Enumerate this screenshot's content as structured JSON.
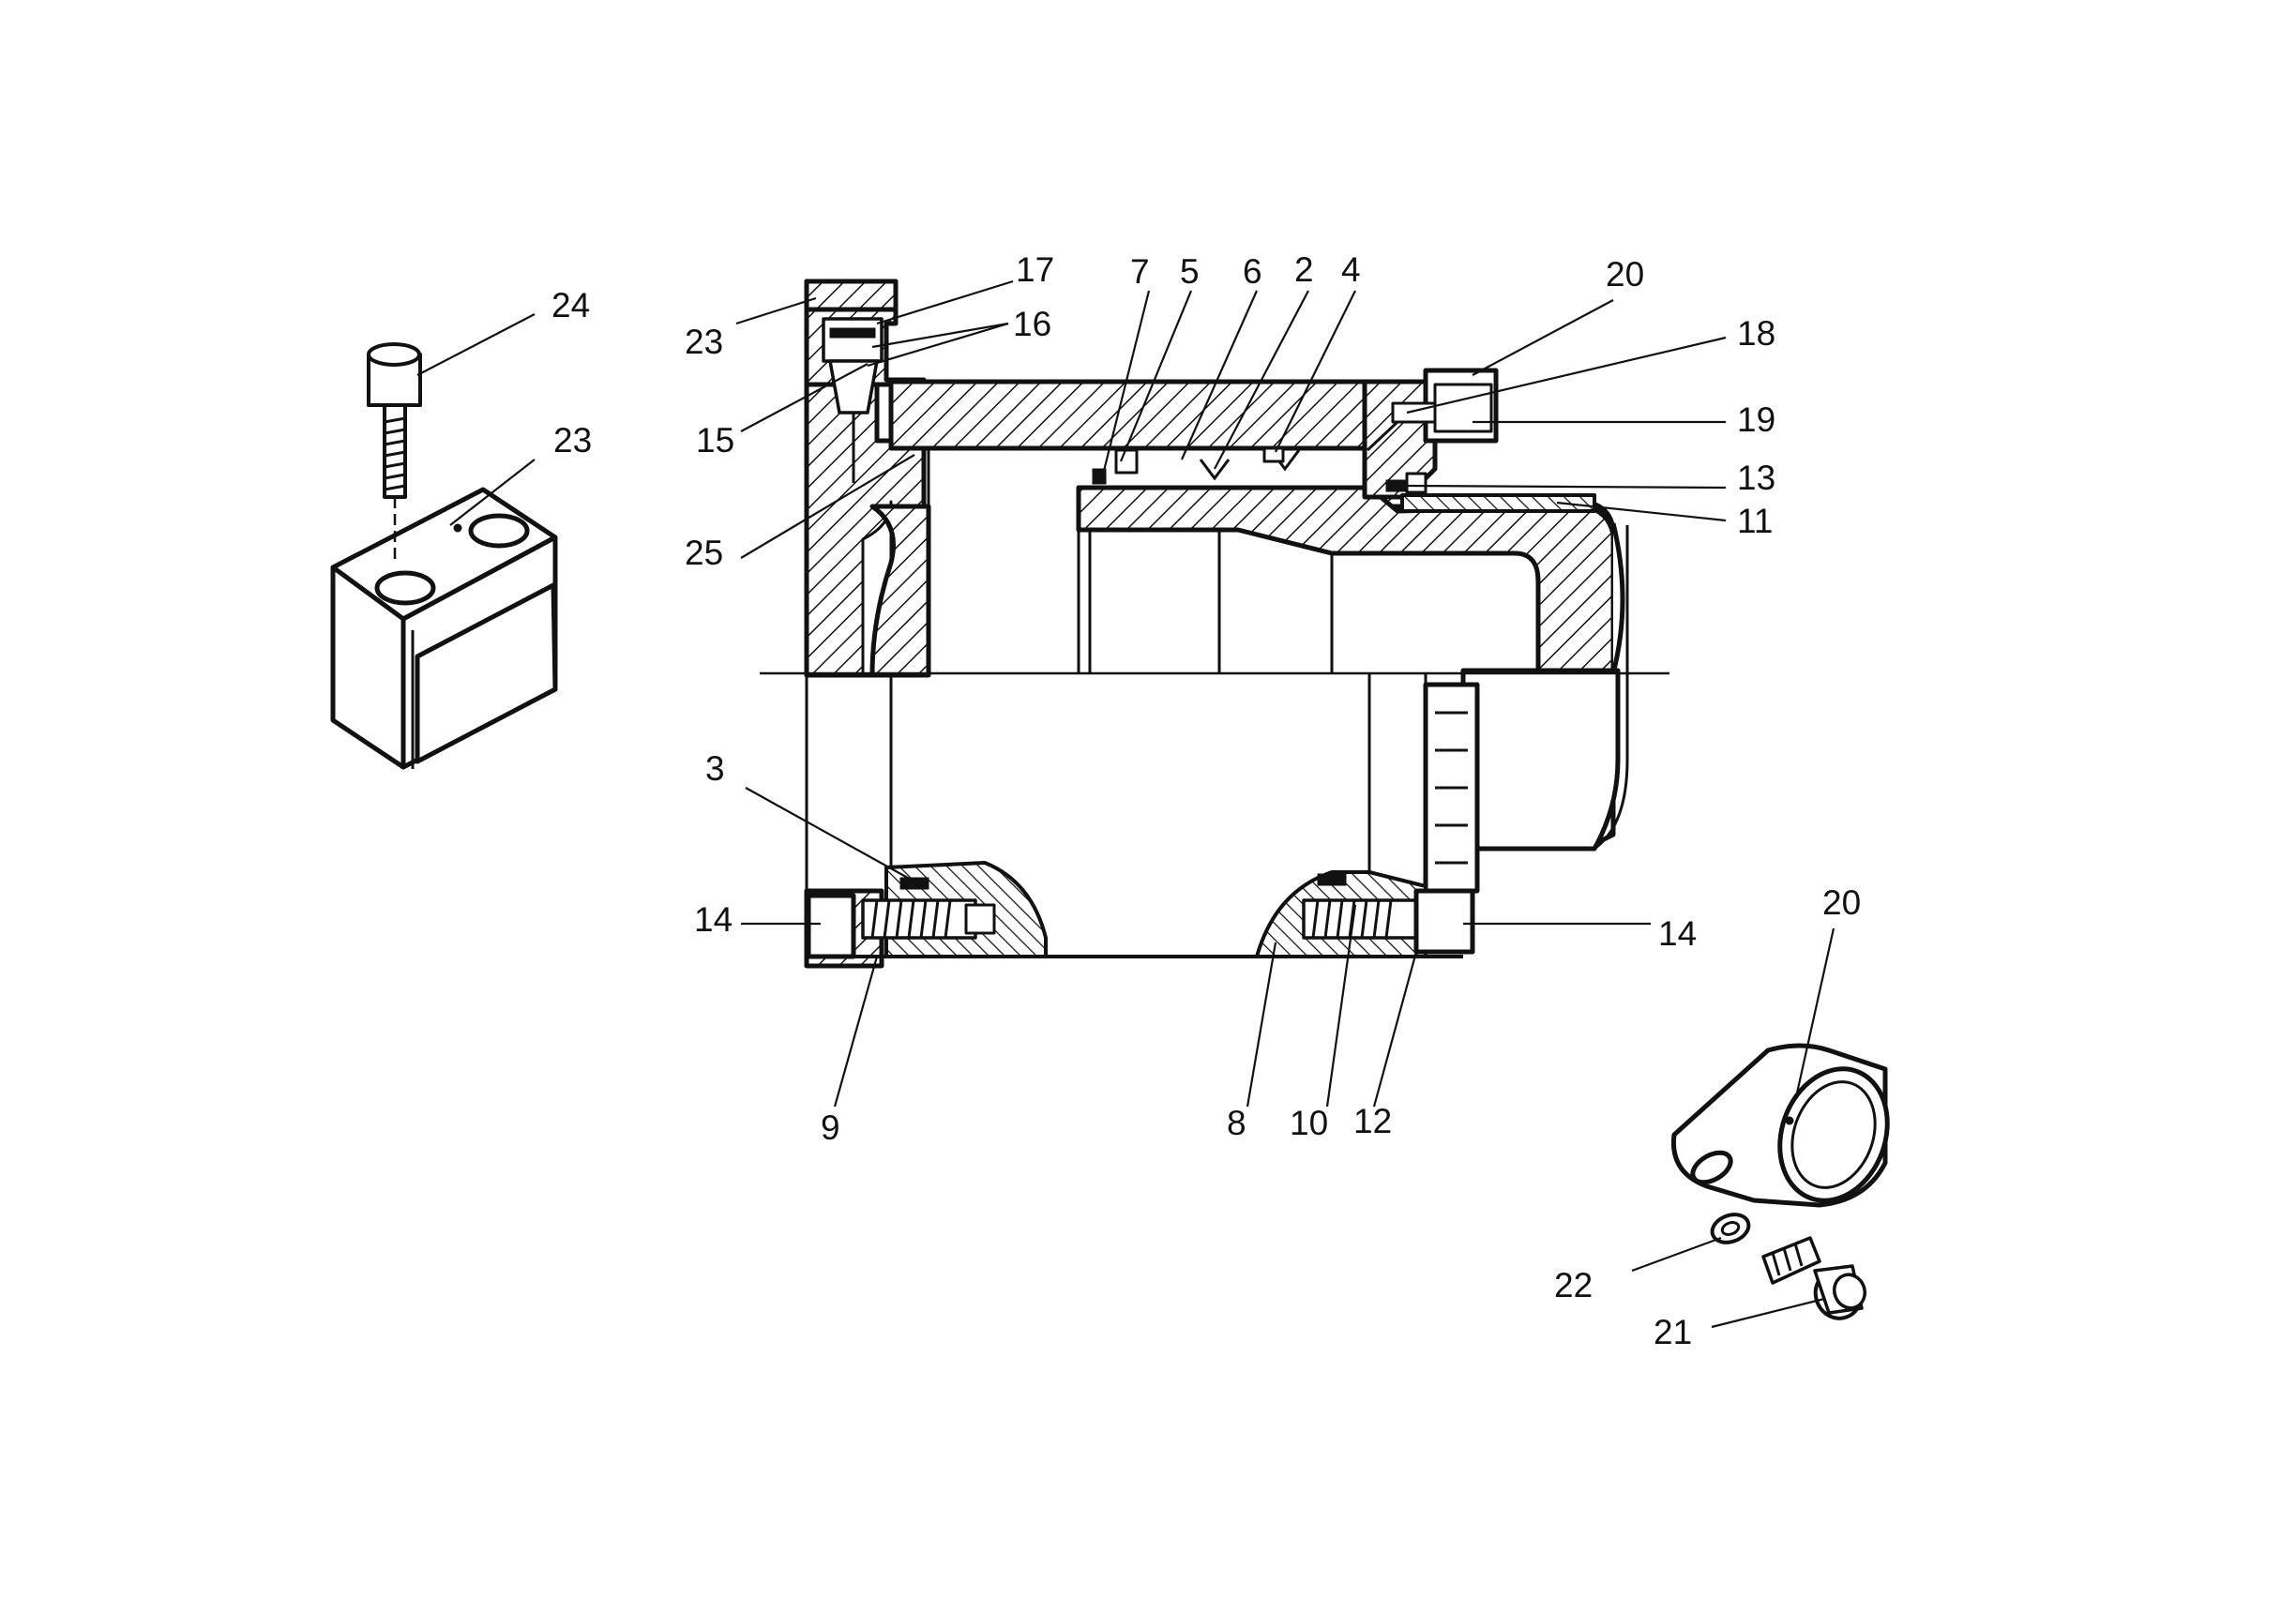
{
  "callouts": {
    "c24": "24",
    "c23_block": "23",
    "c23_top": "23",
    "c17": "17",
    "c16": "16",
    "c15": "15",
    "c25": "25",
    "c7": "7",
    "c5": "5",
    "c6": "6",
    "c2": "2",
    "c4": "4",
    "c20_top": "20",
    "c18": "18",
    "c19": "19",
    "c13": "13",
    "c11": "11",
    "c3": "3",
    "c14_left": "14",
    "c14_right": "14",
    "c9": "9",
    "c8": "8",
    "c10": "10",
    "c12": "12",
    "c20_part": "20",
    "c22": "22",
    "c21": "21"
  }
}
